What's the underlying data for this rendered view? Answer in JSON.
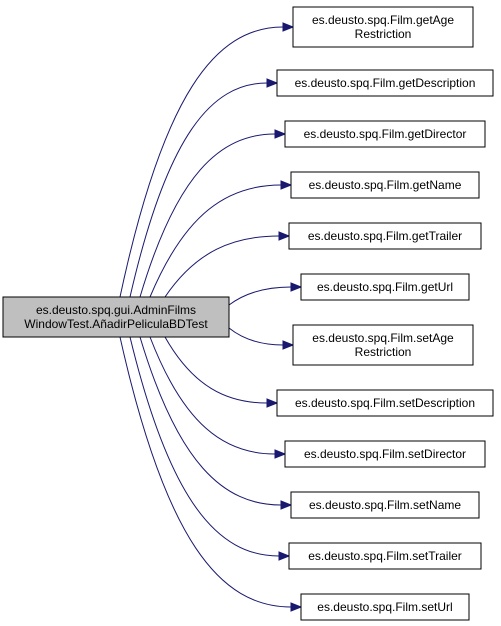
{
  "colors": {
    "source_fill": "#bfbfbf",
    "target_fill": "#ffffff",
    "border": "#000000",
    "edge": "#191970"
  },
  "source": {
    "lines": [
      "es.deusto.spq.gui.AdminFilms",
      "WindowTest.AñadirPeliculaBDTest"
    ]
  },
  "targets": [
    {
      "lines": [
        "es.deusto.spq.Film.getAge",
        "Restriction"
      ]
    },
    {
      "lines": [
        "es.deusto.spq.Film.getDescription"
      ]
    },
    {
      "lines": [
        "es.deusto.spq.Film.getDirector"
      ]
    },
    {
      "lines": [
        "es.deusto.spq.Film.getName"
      ]
    },
    {
      "lines": [
        "es.deusto.spq.Film.getTrailer"
      ]
    },
    {
      "lines": [
        "es.deusto.spq.Film.getUrl"
      ]
    },
    {
      "lines": [
        "es.deusto.spq.Film.setAge",
        "Restriction"
      ]
    },
    {
      "lines": [
        "es.deusto.spq.Film.setDescription"
      ]
    },
    {
      "lines": [
        "es.deusto.spq.Film.setDirector"
      ]
    },
    {
      "lines": [
        "es.deusto.spq.Film.setName"
      ]
    },
    {
      "lines": [
        "es.deusto.spq.Film.setTrailer"
      ]
    },
    {
      "lines": [
        "es.deusto.spq.Film.setUrl"
      ]
    }
  ]
}
